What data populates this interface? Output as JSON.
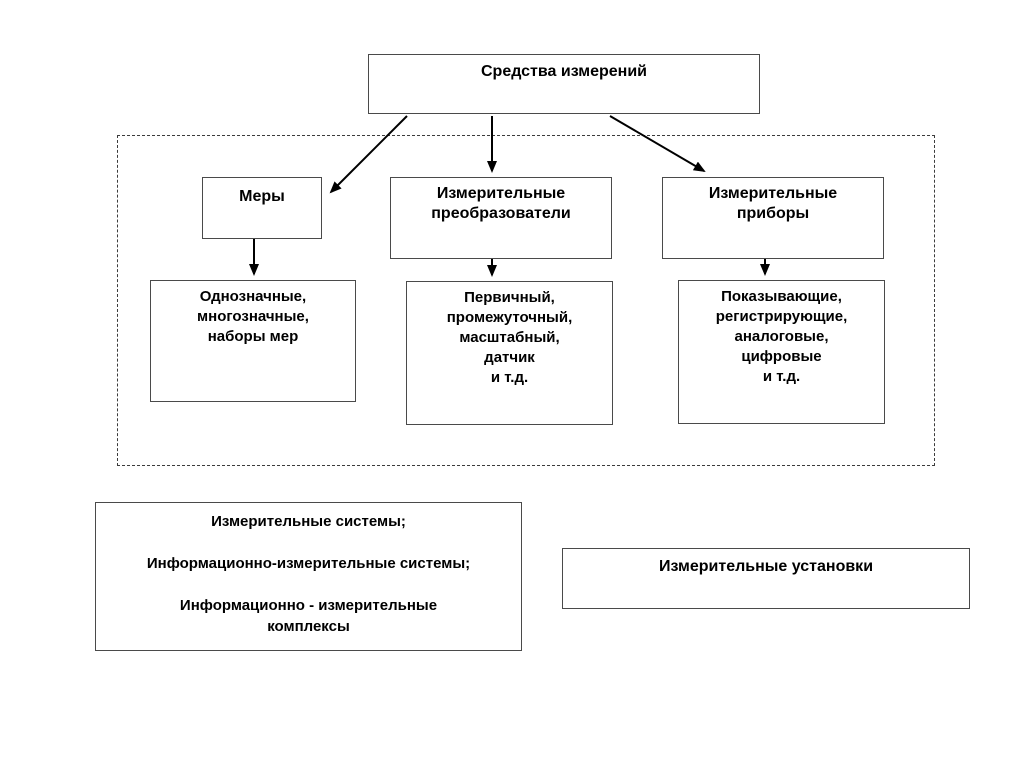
{
  "diagram": {
    "root_label": "Средства измерений",
    "nodes": [
      {
        "label": "Меры",
        "detail": "Однозначные,\nмногозначные,\nнаборы мер"
      },
      {
        "label": "Измерительные\nпреобразователи",
        "detail": "Первичный,\nпромежуточный,\nмасштабный,\nдатчик\nи т.д."
      },
      {
        "label": "Измерительные\nприборы",
        "detail": "Показывающие,\nрегистрирующие,\nаналоговые,\nцифровые\nи т.д."
      }
    ],
    "systems_label": "Измерительные системы;\n\nИнформационно-измерительные системы;\n\nИнформационно - измерительные\nкомплексы",
    "installations_label": "Измерительные установки",
    "colors": {
      "line": "#000000",
      "box_border": "#4a4a4a",
      "background": "#ffffff"
    }
  }
}
